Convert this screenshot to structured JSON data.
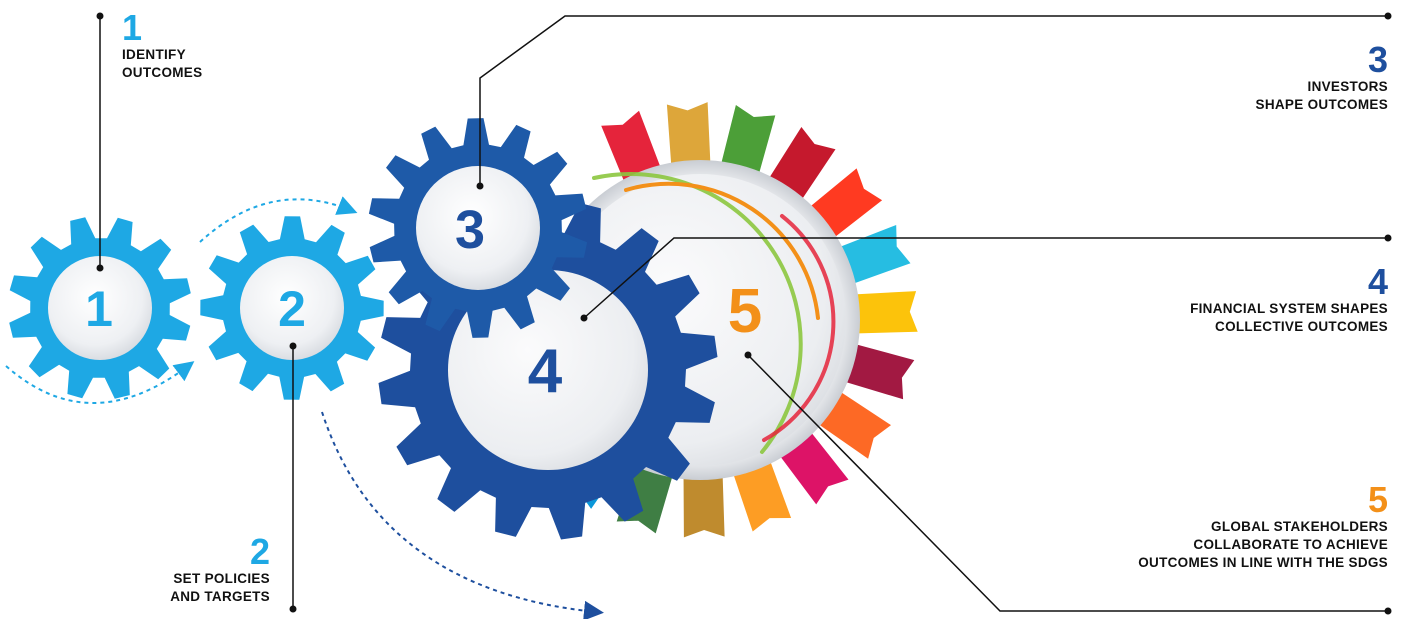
{
  "colors": {
    "light_blue": "#1ea8e4",
    "light_blue_dark": "#0f86c4",
    "navy": "#1e4f9e",
    "navy_dark": "#143a7a",
    "orange": "#f39019",
    "text": "#111111",
    "sdg": [
      "#e5243b",
      "#dda63a",
      "#4c9f38",
      "#c5192d",
      "#ff3a21",
      "#26bde2",
      "#fcc30b",
      "#a21942",
      "#fd6925",
      "#dd1367",
      "#fd9d24",
      "#bf8b2e",
      "#3f7e44",
      "#0a97d9",
      "#56c02b",
      "#00689d",
      "#19486a"
    ]
  },
  "gears": [
    {
      "id": "gear-1",
      "label": "1"
    },
    {
      "id": "gear-2",
      "label": "2"
    },
    {
      "id": "gear-3",
      "label": "3"
    },
    {
      "id": "gear-4",
      "label": "4"
    },
    {
      "id": "gear-5",
      "label": "5"
    }
  ],
  "steps": [
    {
      "number": "1",
      "lines": [
        "IDENTIFY",
        "OUTCOMES"
      ]
    },
    {
      "number": "2",
      "lines": [
        "SET POLICIES",
        "AND TARGETS"
      ]
    },
    {
      "number": "3",
      "lines": [
        "INVESTORS",
        "SHAPE OUTCOMES"
      ]
    },
    {
      "number": "4",
      "lines": [
        "FINANCIAL SYSTEM SHAPES",
        "COLLECTIVE OUTCOMES"
      ]
    },
    {
      "number": "5",
      "lines": [
        "GLOBAL STAKEHOLDERS",
        "COLLABORATE TO ACHIEVE",
        "OUTCOMES IN LINE WITH THE SDGS"
      ]
    }
  ]
}
